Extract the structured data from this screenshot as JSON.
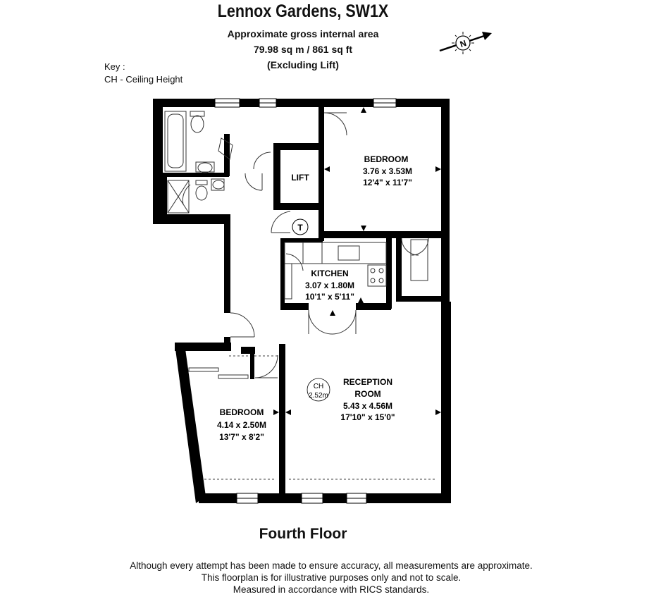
{
  "header": {
    "title": "Lennox Gardens, SW1X",
    "area_label": "Approximate gross internal area",
    "area_value": "79.98 sq m / 861 sq ft",
    "area_note": "(Excluding Lift)"
  },
  "key": {
    "label": "Key :",
    "ceiling": "CH - Ceiling Height"
  },
  "compass": {
    "letter": "N",
    "icon": "north-arrow-icon"
  },
  "rooms": {
    "bedroom1": {
      "name": "BEDROOM",
      "metric": "3.76 x 3.53M",
      "imperial": "12'4\" x 11'7\""
    },
    "lift": {
      "name": "LIFT"
    },
    "kitchen": {
      "name": "KITCHEN",
      "metric": "3.07 x 1.80M",
      "imperial": "10'1\" x 5'11\""
    },
    "reception": {
      "name_line1": "RECEPTION",
      "name_line2": "ROOM",
      "metric": "5.43 x 4.56M",
      "imperial": "17'10\" x 15'0\""
    },
    "bedroom2": {
      "name": "BEDROOM",
      "metric": "4.14 x 2.50M",
      "imperial": "13'7\" x 8'2\""
    }
  },
  "markers": {
    "ch_label": "CH",
    "ch_value": "2.52m",
    "tank_letter": "T"
  },
  "floor": "Fourth Floor",
  "disclaimer": {
    "line1": "Although every attempt has been made to ensure accuracy, all measurements are approximate.",
    "line2": "This floorplan is for illustrative purposes only and not to scale.",
    "line3": "Measured in accordance with RICS standards."
  },
  "colors": {
    "wall": "#000000",
    "line": "#333333",
    "paper": "#ffffff"
  }
}
